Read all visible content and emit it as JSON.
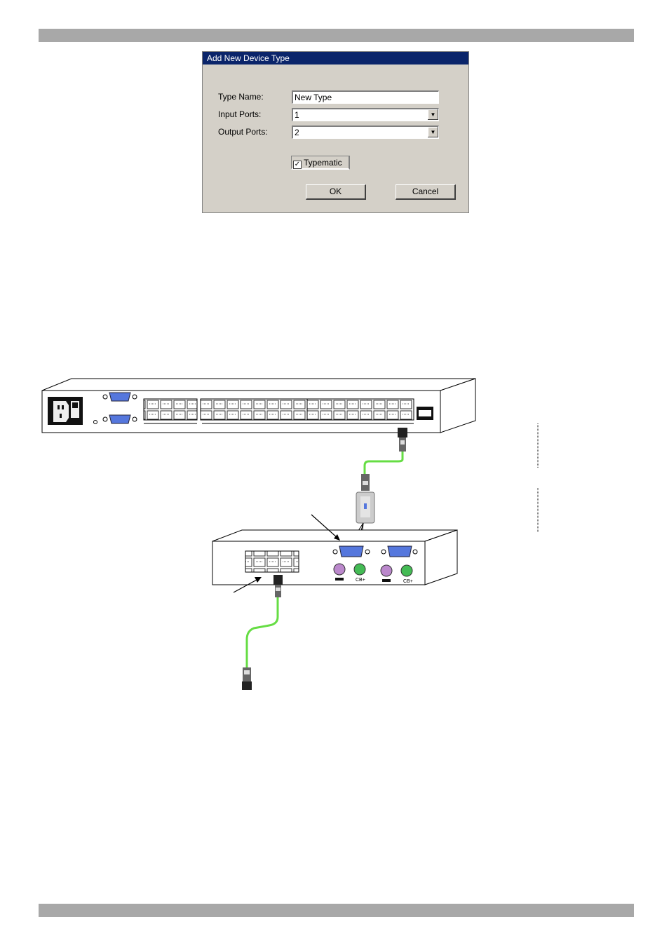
{
  "dialog": {
    "title": "Add New Device Type",
    "type_name_label": "Type Name:",
    "type_name_value": "New Type",
    "input_ports_label": "Input Ports:",
    "input_ports_value": "1",
    "output_ports_label": "Output Ports:",
    "output_ports_value": "2",
    "typematic_label": "Typematic",
    "typematic_checked": true,
    "ok_label": "OK",
    "cancel_label": "Cancel"
  },
  "colors": {
    "header_bar": "#a8a8a8",
    "dialog_face": "#d4d0c8",
    "title_bar": "#0a246a",
    "cable_green": "#66dd44",
    "vga_blue": "#5577dd",
    "ps2_purple": "#bb88cc",
    "ps2_green": "#44bb55"
  },
  "diagram": {
    "port_label_1": "CB+",
    "port_label_2": "CB+"
  }
}
